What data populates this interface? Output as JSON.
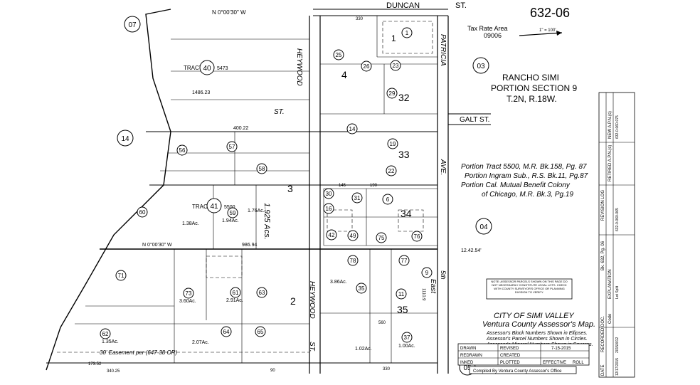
{
  "header": {
    "page_number": "632-06",
    "tax_rate_label": "Tax Rate Area",
    "tax_rate_value": "09006",
    "scale": "1\" = 100'"
  },
  "streets": {
    "duncan": "DUNCAN",
    "duncan_suffix": "ST.",
    "patricia": "PATRICIA",
    "patricia_suffix": "AVE.",
    "galt": "GALT ST.",
    "heywood_north": "HEYWOOD",
    "heywood_north_suffix": "ST.",
    "heywood_south": "HEYWOOD",
    "heywood_south_suffix": "ST.",
    "east": "East",
    "fifth": "5th",
    "avenue": "AVE."
  },
  "location": {
    "line1": "RANCHO SIMI",
    "line2": "PORTION SECTION 9",
    "line3": "T.2N, R.18W."
  },
  "notes": {
    "tract_line1": "Portion Tract 5500, M.R. Bk.158, Pg. 87",
    "tract_line2": "Portion Ingram Sub., R.S. Bk.11, Pg.87",
    "tract_line3": "Portion Cal. Mutual Benefit Colony",
    "tract_line4": "of Chicago, M.R. Bk.3, Pg.19",
    "assessor_note": "NOTE: ASSESSOR PARCELS SHOWN ON THIS PAGE DO NOT NECESSARILY CONSTITUTE LEGAL LOTS. CHECK WITH COUNTY SURVEYOR'S OFFICE OR PLANNING DIVISION TO VERIFY.",
    "city": "CITY OF SIMI VALLEY",
    "map_name": "Ventura County Assessor's Map.",
    "legend1": "Assessor's Block Numbers Shown in Ellipses.",
    "legend2": "Assessor's Parcel Numbers Shown in Circles.",
    "legend3": "Assessor's Mineral Numbers Shown in Squares.",
    "easement": "30' Easement per (647-38 OR)"
  },
  "adjacent_pages": [
    "07",
    "03",
    "14",
    "04",
    "05"
  ],
  "blocks": [
    "1",
    "2",
    "3",
    "4",
    "32",
    "33",
    "34",
    "35"
  ],
  "tracts": [
    {
      "label": "TRACT",
      "num": "40",
      "code": "5473"
    },
    {
      "label": "TRACT",
      "num": "41",
      "code": "5500"
    }
  ],
  "acreage": "1.925 Acs.",
  "parcels": [
    {
      "num": "1"
    },
    {
      "num": "6"
    },
    {
      "num": "9"
    },
    {
      "num": "11"
    },
    {
      "num": "14"
    },
    {
      "num": "16"
    },
    {
      "num": "19"
    },
    {
      "num": "22"
    },
    {
      "num": "23"
    },
    {
      "num": "25"
    },
    {
      "num": "26"
    },
    {
      "num": "29"
    },
    {
      "num": "30"
    },
    {
      "num": "31"
    },
    {
      "num": "35"
    },
    {
      "num": "37"
    },
    {
      "num": "42"
    },
    {
      "num": "49"
    },
    {
      "num": "56"
    },
    {
      "num": "57"
    },
    {
      "num": "58"
    },
    {
      "num": "59"
    },
    {
      "num": "60"
    },
    {
      "num": "61"
    },
    {
      "num": "62"
    },
    {
      "num": "63"
    },
    {
      "num": "64"
    },
    {
      "num": "65"
    },
    {
      "num": "71"
    },
    {
      "num": "73"
    },
    {
      "num": "75"
    },
    {
      "num": "76"
    },
    {
      "num": "77"
    },
    {
      "num": "78"
    }
  ],
  "parcel_areas": [
    "2.07Ac.",
    "2.91Ac.",
    "3.60Ac.",
    "1.94Ac.",
    "1.76Ac.",
    "1.38Ac.",
    "3.86Ac.",
    "1.02Ac.",
    "1.00Ac.",
    "1.35Ac."
  ],
  "dimensions": [
    "N 0°00'30\" W",
    "N 0°00'30\" W",
    "330",
    "145",
    "190",
    "986.94",
    "400.22",
    "1486.23",
    "12.42.54'",
    "340.25",
    "173.52",
    "90",
    "330",
    "560",
    "1110.9"
  ],
  "revision_log": {
    "title": "REVISION LOG",
    "col_date": "DATE",
    "col_doc": "RECORDED DOC.",
    "col_explanation": "EXPLANATION",
    "col_code": "Code",
    "col_retired": "RETIRED A.P.N.(s)",
    "col_new": "NEW A.P.N.(s)",
    "header_entry": "Bk. 632, Pg. 06",
    "rows": [
      {
        "date": "12/17/2015",
        "doc": "20150012",
        "explanation": "Lot Split",
        "retired": "632-0-060-065",
        "new": "632-0-060-075"
      }
    ]
  },
  "title_block": {
    "drawn": "DRAWN",
    "redrawn": "REDRAWN",
    "inked": "INKED",
    "revised": "REVISED",
    "revised_date": "7-15-2015",
    "created": "CREATED",
    "plotted": "PLOTTED",
    "effective": "EFFECTIVE",
    "roll": "ROLL",
    "compiled": "Compiled By Ventura County Assessor's Office"
  },
  "colors": {
    "ink": "#000000",
    "paper": "#ffffff"
  }
}
